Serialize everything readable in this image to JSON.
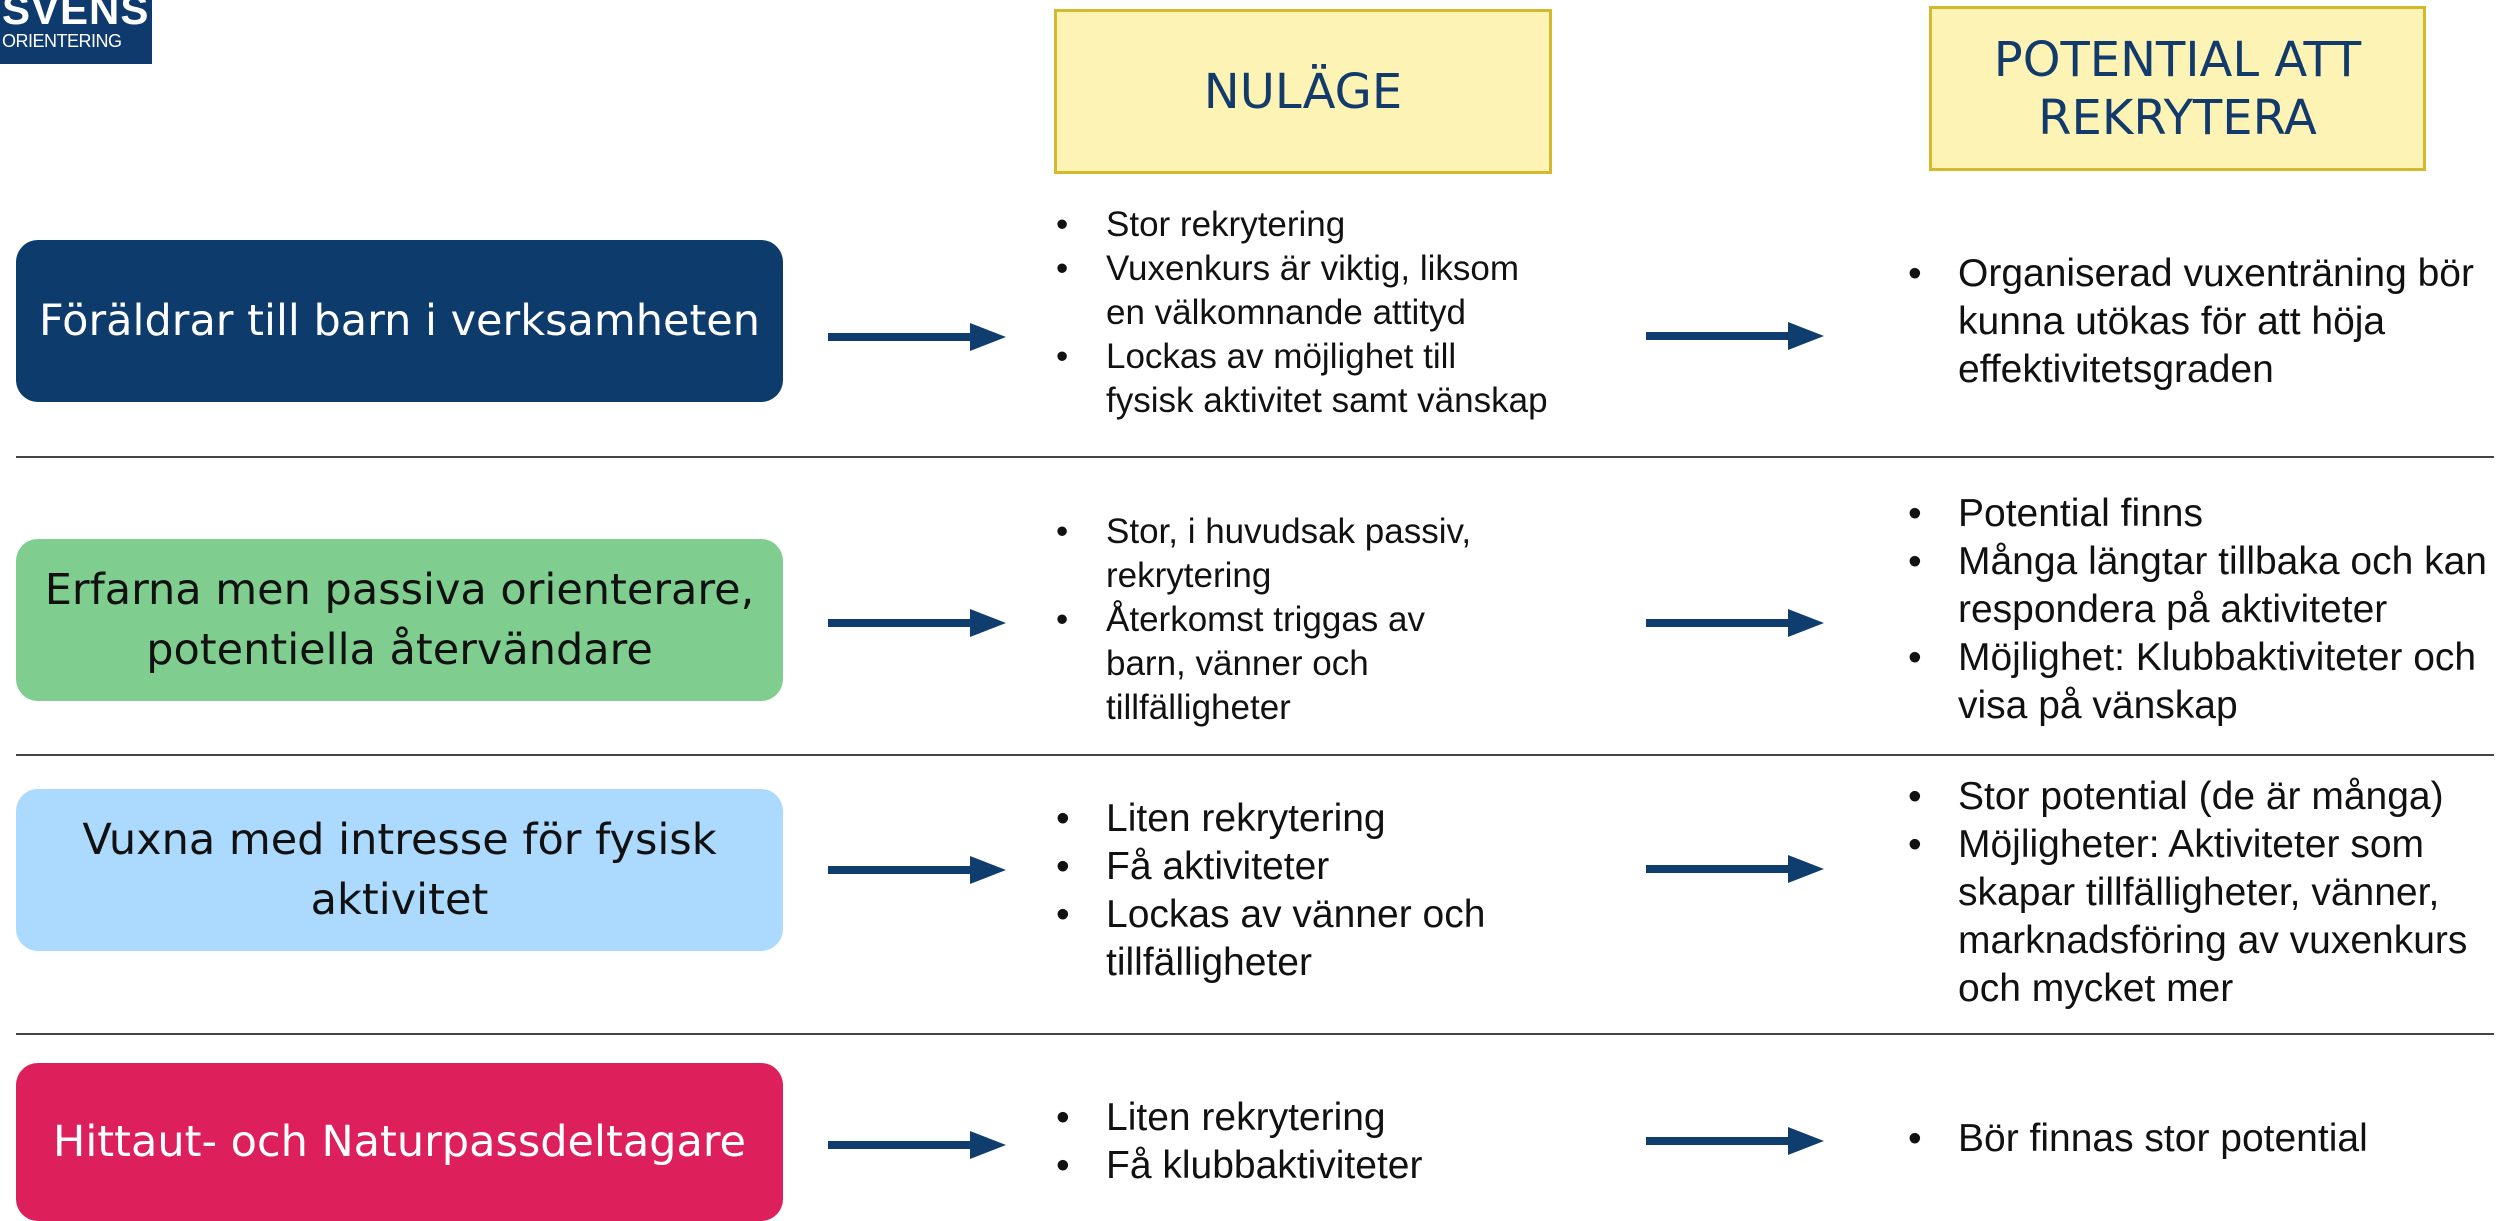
{
  "logo": {
    "line1": "SVENSK",
    "line2": "ORIENTERING"
  },
  "headers": {
    "now": "NULÄGE",
    "potential": "POTENTIAL ATT\nREKRYTERA"
  },
  "rows": [
    {
      "category": "Föräldrar till barn i verksamheten",
      "now": [
        "Stor rekrytering",
        "Vuxenkurs är viktig, liksom\nen välkomnande attityd",
        "Lockas av möjlighet till\nfysisk aktivitet samt vänskap"
      ],
      "potential": [
        "Organiserad vuxenträning bör\nkunna utökas för att höja\neffektivitetsgraden"
      ]
    },
    {
      "category": "Erfarna men passiva orienterare,\npotentiella återvändare",
      "now": [
        "Stor, i huvudsak passiv,\nrekrytering",
        "Återkomst triggas av\nbarn, vänner och\ntillfälligheter"
      ],
      "potential": [
        "Potential finns",
        "Många längtar tillbaka och kan\nrespondera på aktiviteter",
        "Möjlighet: Klubbaktiviteter och\nvisa på vänskap"
      ]
    },
    {
      "category": "Vuxna med intresse för fysisk\naktivitet",
      "now": [
        "Liten rekrytering",
        "Få aktiviteter",
        "Lockas av vänner och\ntillfälligheter"
      ],
      "potential": [
        "Stor potential (de är många)",
        "Möjligheter: Aktiviteter som\nskapar tillfälligheter, vänner,\nmarknadsföring av vuxenkurs\noch mycket mer"
      ]
    },
    {
      "category": "Hittaut- och Naturpassdeltagare",
      "now": [
        "Liten rekrytering",
        "Få klubbaktiviteter"
      ],
      "potential": [
        "Bör finnas stor potential"
      ]
    }
  ],
  "colors": {
    "navy": "#0d3b6b",
    "green": "#7fce8f",
    "lightblue": "#acdaff",
    "magenta": "#dd1f5c",
    "header_fill": "#fcf3b5",
    "header_border": "#d4b92e",
    "arrow": "#0f3d6e"
  }
}
